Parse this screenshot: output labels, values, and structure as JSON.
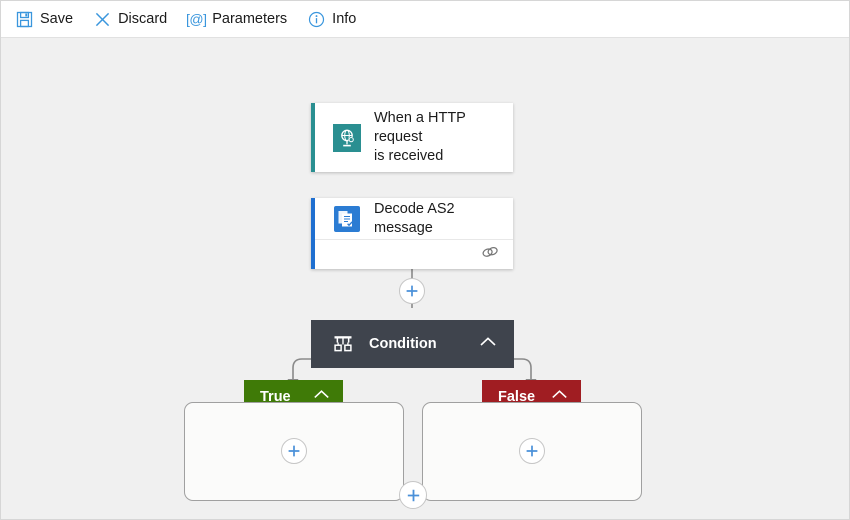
{
  "toolbar": {
    "items": [
      {
        "label": "Save",
        "icon": "save-icon"
      },
      {
        "label": "Discard",
        "icon": "discard-icon"
      },
      {
        "label": "Parameters",
        "icon": "parameters-icon",
        "glyph": "[@]"
      },
      {
        "label": "Info",
        "icon": "info-icon"
      }
    ]
  },
  "workflow": {
    "nodes": [
      {
        "id": "http-trigger",
        "title": "When a HTTP request is received",
        "title_line1": "When a HTTP request",
        "title_line2": "is received",
        "icon": "http-request-icon",
        "accent_color": "#2a8f91",
        "icon_bg": "#2a8f91"
      },
      {
        "id": "decode-as2",
        "title": "Decode AS2 message",
        "icon": "document-icon",
        "accent_color": "#1f6fd0",
        "icon_bg": "#2b7cd3",
        "footer_icon": "link-icon"
      },
      {
        "id": "condition",
        "title": "Condition",
        "icon": "condition-icon",
        "background": "#3f444d",
        "collapse_icon": "chevron-up-icon"
      }
    ],
    "branches": [
      {
        "id": "true-branch",
        "label": "True",
        "color": "#3f7a07",
        "collapse_icon": "chevron-up-icon",
        "add_icon": "plus-icon"
      },
      {
        "id": "false-branch",
        "label": "False",
        "color": "#a01d22",
        "collapse_icon": "chevron-up-icon",
        "add_icon": "plus-icon"
      }
    ],
    "add_buttons": [
      {
        "id": "add-after-decode",
        "icon": "plus-icon"
      },
      {
        "id": "add-after-condition",
        "icon": "plus-icon"
      }
    ]
  },
  "colors": {
    "accent_blue": "#3a96dd",
    "plus_blue": "#4a90d9",
    "canvas_bg": "#f0f0f0",
    "connector": "#8a8a8a",
    "condition_bg": "#3f444d",
    "true_green": "#3f7a07",
    "false_red": "#a01d22",
    "teal": "#2a8f91"
  }
}
